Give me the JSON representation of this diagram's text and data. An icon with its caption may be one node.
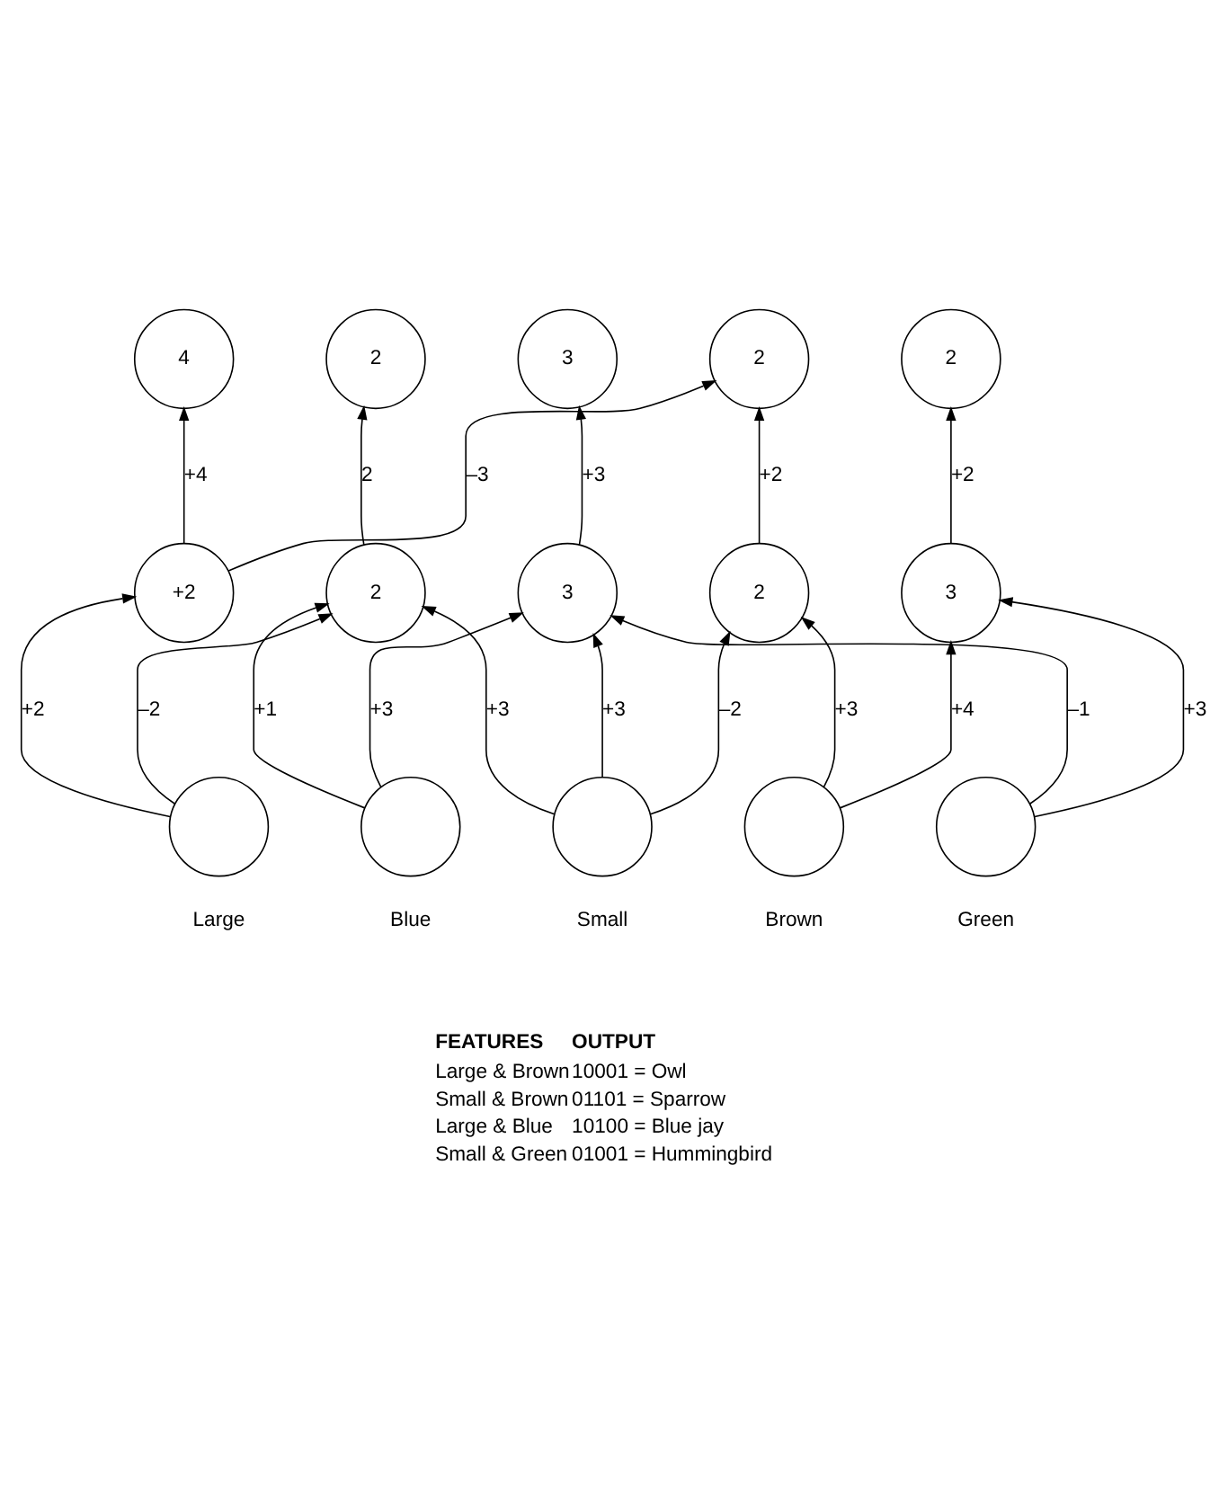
{
  "diagram": {
    "nodes": [
      {
        "text": [
          "4"
        ]
      },
      {
        "text": [
          "2"
        ]
      },
      {
        "text": [
          "3"
        ]
      },
      {
        "text": [
          "2"
        ]
      },
      {
        "text": [
          "2"
        ]
      },
      {
        "text": [
          "+2"
        ]
      },
      {
        "text": [
          "2"
        ]
      },
      {
        "text": [
          "3"
        ]
      },
      {
        "text": [
          "2"
        ]
      },
      {
        "text": [
          "3"
        ]
      },
      {
        "text": [],
        "shape": "circle",
        "beside": [
          "Large"
        ]
      },
      {
        "text": [],
        "shape": "circle",
        "beside": [
          "Blue"
        ]
      },
      {
        "text": [],
        "shape": "circle",
        "beside": [
          "Small"
        ]
      },
      {
        "text": [],
        "shape": "circle",
        "beside": [
          "Brown"
        ]
      },
      {
        "text": [],
        "shape": "circle",
        "beside": [
          "Green"
        ]
      }
    ],
    "edges": [
      {
        "from": 5,
        "to": 0,
        "arrow": "to",
        "label": "+4"
      },
      {
        "from": 5,
        "to": 3,
        "arrow": "to",
        "label": "–3"
      },
      {
        "from": 6,
        "to": 1,
        "arrow": "to",
        "label": "2"
      },
      {
        "from": 7,
        "to": 2,
        "arrow": "to",
        "label": "+3"
      },
      {
        "from": 8,
        "to": 3,
        "arrow": "to",
        "label": "+2"
      },
      {
        "from": 9,
        "to": 4,
        "arrow": "to",
        "label": "+2"
      },
      {
        "from": 10,
        "to": 5,
        "arrow": "to",
        "label": "+2"
      },
      {
        "from": 10,
        "to": 6,
        "arrow": "to",
        "label": "–2"
      },
      {
        "from": 11,
        "to": 6,
        "arrow": "to",
        "label": "+1"
      },
      {
        "from": 11,
        "to": 7,
        "arrow": "to",
        "label": "+3"
      },
      {
        "from": 12,
        "to": 6,
        "arrow": "to",
        "label": "+3"
      },
      {
        "from": 12,
        "to": 7,
        "arrow": "to",
        "label": "+3"
      },
      {
        "from": 12,
        "to": 8,
        "arrow": "to",
        "label": "–2"
      },
      {
        "from": 13,
        "to": 8,
        "arrow": "to",
        "label": "+3"
      },
      {
        "from": 13,
        "to": 9,
        "arrow": "to",
        "label": "+4"
      },
      {
        "from": 14,
        "to": 7,
        "arrow": "to",
        "label": "–1"
      },
      {
        "from": 14,
        "to": 9,
        "arrow": "to",
        "label": "+3"
      }
    ],
    "labels": [
      "FEATURES",
      "OUTPUT",
      "Large & Brown",
      "10001 = Owl",
      "Small & Brown",
      "01101 = Sparrow",
      "Large & Blue",
      "10100 = Blue jay",
      "Small & Green",
      "01001 = Hummingbird"
    ]
  }
}
